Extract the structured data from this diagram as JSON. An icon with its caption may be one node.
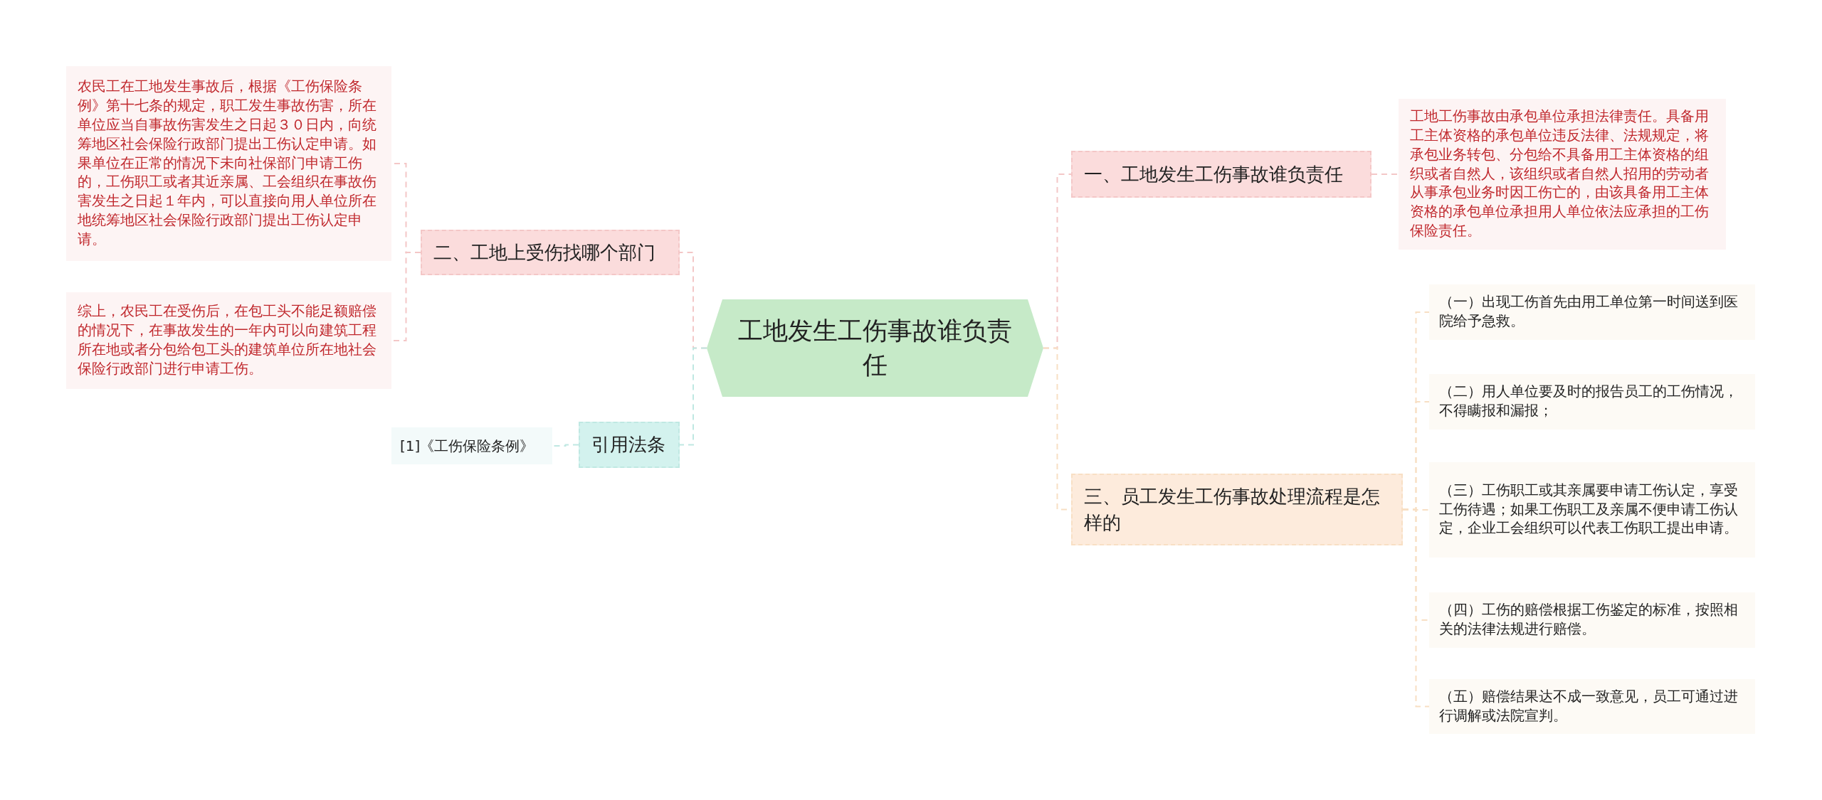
{
  "diagram": {
    "nodes": [
      {
        "text": [
          "工地发生工伤事故谁负责任"
        ]
      },
      {
        "text": [
          "一、工地发生工伤事故谁负责任"
        ]
      },
      {
        "text": [
          "工地工伤事故由承包单位承担法律责任。具备用工主体资格的承包单位违反法律、法规规定，将承包业务转包、分包给不具备用工主体资格的组织或者自然人，该组织或者自然人招用的劳动者从事承包业务时因工伤亡的，由该具备用工主体资格的承包单位承担用人单位依法应承担的工伤保险责任。"
        ]
      },
      {
        "text": [
          "三、员工发生工伤事故处理流程是怎样的"
        ]
      },
      {
        "text": [
          "（一）出现工伤首先由用工单位第一时间送到医院给予急救。"
        ]
      },
      {
        "text": [
          "（二）用人单位要及时的报告员工的工伤情况，不得瞒报和漏报；"
        ]
      },
      {
        "text": [
          "（三）工伤职工或其亲属要申请工伤认定，享受工伤待遇；如果工伤职工及亲属不便申请工伤认定，企业工会组织可以代表工伤职工提出申请。"
        ]
      },
      {
        "text": [
          "（四）工伤的赔偿根据工伤鉴定的标准，按照相关的法律法规进行赔偿。"
        ]
      },
      {
        "text": [
          "（五）赔偿结果达不成一致意见，员工可通过进行调解或法院宣判。"
        ]
      },
      {
        "text": [
          "二、工地上受伤找哪个部门"
        ]
      },
      {
        "text": [
          "农民工在工地发生事故后，根据《工伤保险条例》第十七条的规定，职工发生事故伤害，所在单位应当自事故伤害发生之日起３０日内，向统筹地区社会保险行政部门提出工伤认定申请。如果单位在正常的情况下未向社保部门申请工伤的，工伤职工或者其近亲属、工会组织在事故伤害发生之日起１年内，可以直接向用人单位所在地统筹地区社会保险行政部门提出工伤认定申请。"
        ]
      },
      {
        "text": [
          "综上，农民工在受伤后，在包工头不能足额赔偿的情况下，在事故发生的一年内可以向建筑工程所在地或者分包给包工头的建筑单位所在地社会保险行政部门进行申请工伤。"
        ]
      },
      {
        "text": [
          "引用法条"
        ]
      },
      {
        "text": [
          "[1]《工伤保险条例》"
        ]
      }
    ],
    "edges": [
      {
        "from": 0,
        "to": 1,
        "arrow": "none",
        "style": "dashed",
        "color": "#f4c7c7"
      },
      {
        "from": 1,
        "to": 2,
        "arrow": "none",
        "style": "dashed",
        "color": "#f4c7c7"
      },
      {
        "from": 0,
        "to": 3,
        "arrow": "none",
        "style": "dashed",
        "color": "#f8dfc4"
      },
      {
        "from": 3,
        "to": 4,
        "arrow": "none",
        "style": "dashed",
        "color": "#f8dfc4"
      },
      {
        "from": 3,
        "to": 5,
        "arrow": "none",
        "style": "dashed",
        "color": "#f8dfc4"
      },
      {
        "from": 3,
        "to": 6,
        "arrow": "none",
        "style": "dashed",
        "color": "#f8dfc4"
      },
      {
        "from": 3,
        "to": 7,
        "arrow": "none",
        "style": "dashed",
        "color": "#f8dfc4"
      },
      {
        "from": 3,
        "to": 8,
        "arrow": "none",
        "style": "dashed",
        "color": "#f8dfc4"
      },
      {
        "from": 0,
        "to": 9,
        "arrow": "none",
        "style": "dashed",
        "color": "#f4c7c7"
      },
      {
        "from": 9,
        "to": 10,
        "arrow": "none",
        "style": "dashed",
        "color": "#f4c7c7"
      },
      {
        "from": 9,
        "to": 11,
        "arrow": "none",
        "style": "dashed",
        "color": "#f4c7c7"
      },
      {
        "from": 0,
        "to": 12,
        "arrow": "none",
        "style": "dashed",
        "color": "#bfe8e2"
      },
      {
        "from": 12,
        "to": 13,
        "arrow": "none",
        "style": "dashed",
        "color": "#bfe8e2"
      }
    ]
  }
}
